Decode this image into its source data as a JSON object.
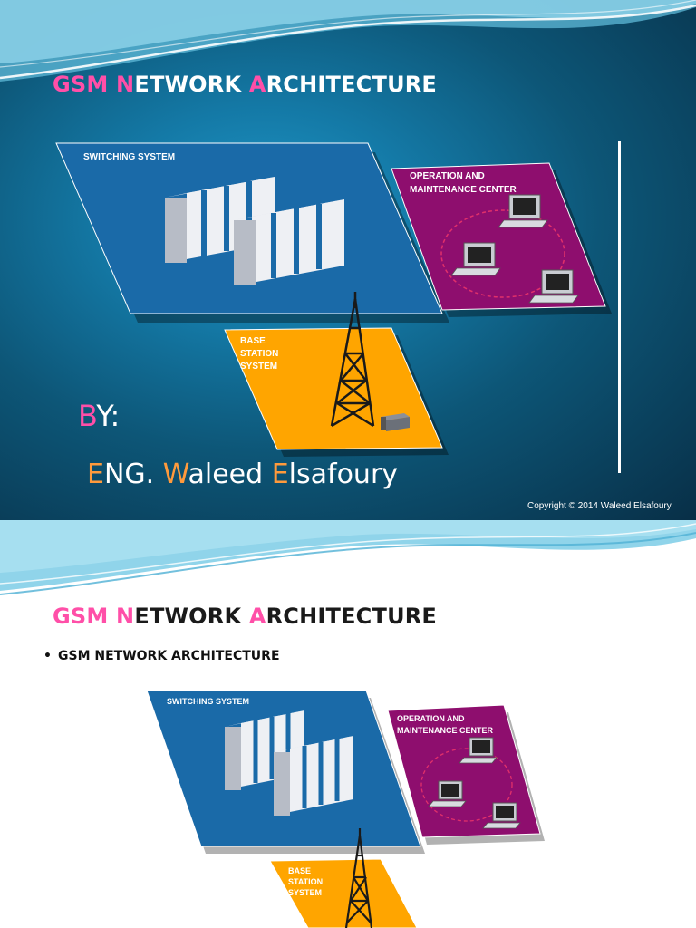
{
  "slide1": {
    "title": {
      "p1": "G",
      "p2": "SM",
      "p3": " ",
      "p4": "N",
      "p5": "ETWORK ",
      "p6": "A",
      "p7": "RCHITECTURE"
    },
    "diagram": {
      "switching_label": "SWITCHING SYSTEM",
      "om_label_line1": "OPERATION AND",
      "om_label_line2": "MAINTENANCE CENTER",
      "bss_label_line1": "BASE",
      "bss_label_line2": "STATION",
      "bss_label_line3": "SYSTEM"
    },
    "by": {
      "acc": "B",
      "rest": "Y:"
    },
    "author": {
      "a1": "E",
      "a2": "NG. ",
      "a3": "W",
      "a4": "aleed ",
      "a5": "E",
      "a6": "lsafoury"
    },
    "copyright": "Copyright © 2014 Waleed Elsafoury"
  },
  "slide2": {
    "title": {
      "p1": "G",
      "p2": "SM",
      "p3": " ",
      "p4": "N",
      "p5": "ETWORK ",
      "p6": "A",
      "p7": "RCHITECTURE"
    },
    "bullet": "•",
    "bullet_text": "GSM NETWORK ARCHITECTURE",
    "diagram": {
      "switching_label": "SWITCHING SYSTEM",
      "om_label_line1": "OPERATION AND",
      "om_label_line2": "MAINTENANCE CENTER",
      "bss_label_line1": "BASE",
      "bss_label_line2": "STATION",
      "bss_label_line3": "SYSTEM"
    }
  },
  "colors": {
    "slide_bg": "#0d5677",
    "accent_pink": "#ff4fa8",
    "accent_orange": "#ff9a3c",
    "switching_blue": "#1a6aa8",
    "om_purple": "#8e0e6e",
    "bss_orange": "#ffa500"
  }
}
